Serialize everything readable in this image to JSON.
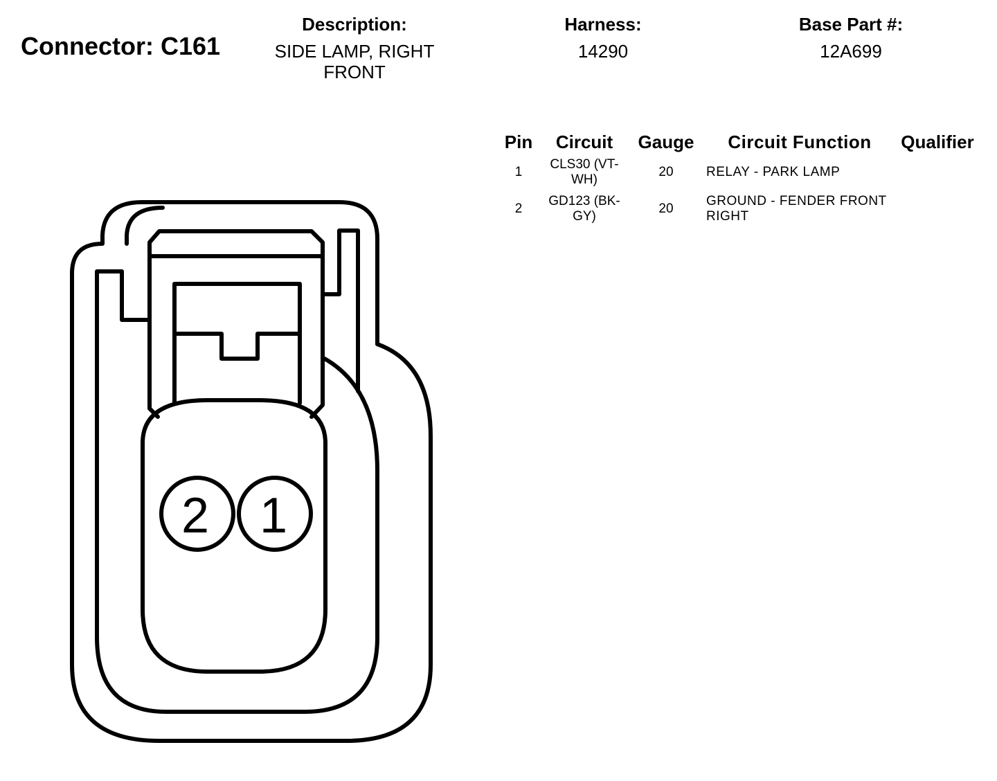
{
  "header": {
    "connector_title": "Connector: C161",
    "description_label": "Description:",
    "description_value": "SIDE LAMP, RIGHT FRONT",
    "harness_label": "Harness:",
    "harness_value": "14290",
    "base_part_label": "Base Part #:",
    "base_part_value": "12A699"
  },
  "table": {
    "columns": [
      "Pin",
      "Circuit",
      "Gauge",
      "Circuit Function",
      "Qualifier"
    ],
    "rows": [
      {
        "pin": "1",
        "circuit": "CLS30 (VT-WH)",
        "gauge": "20",
        "function": "RELAY - PARK LAMP",
        "qualifier": ""
      },
      {
        "pin": "2",
        "circuit": "GD123 (BK-GY)",
        "gauge": "20",
        "function": "GROUND - FENDER FRONT RIGHT",
        "qualifier": ""
      }
    ]
  },
  "diagram": {
    "cavities": [
      {
        "label": "2"
      },
      {
        "label": "1"
      }
    ]
  },
  "colors": {
    "ink": "#000000",
    "background": "#ffffff"
  }
}
